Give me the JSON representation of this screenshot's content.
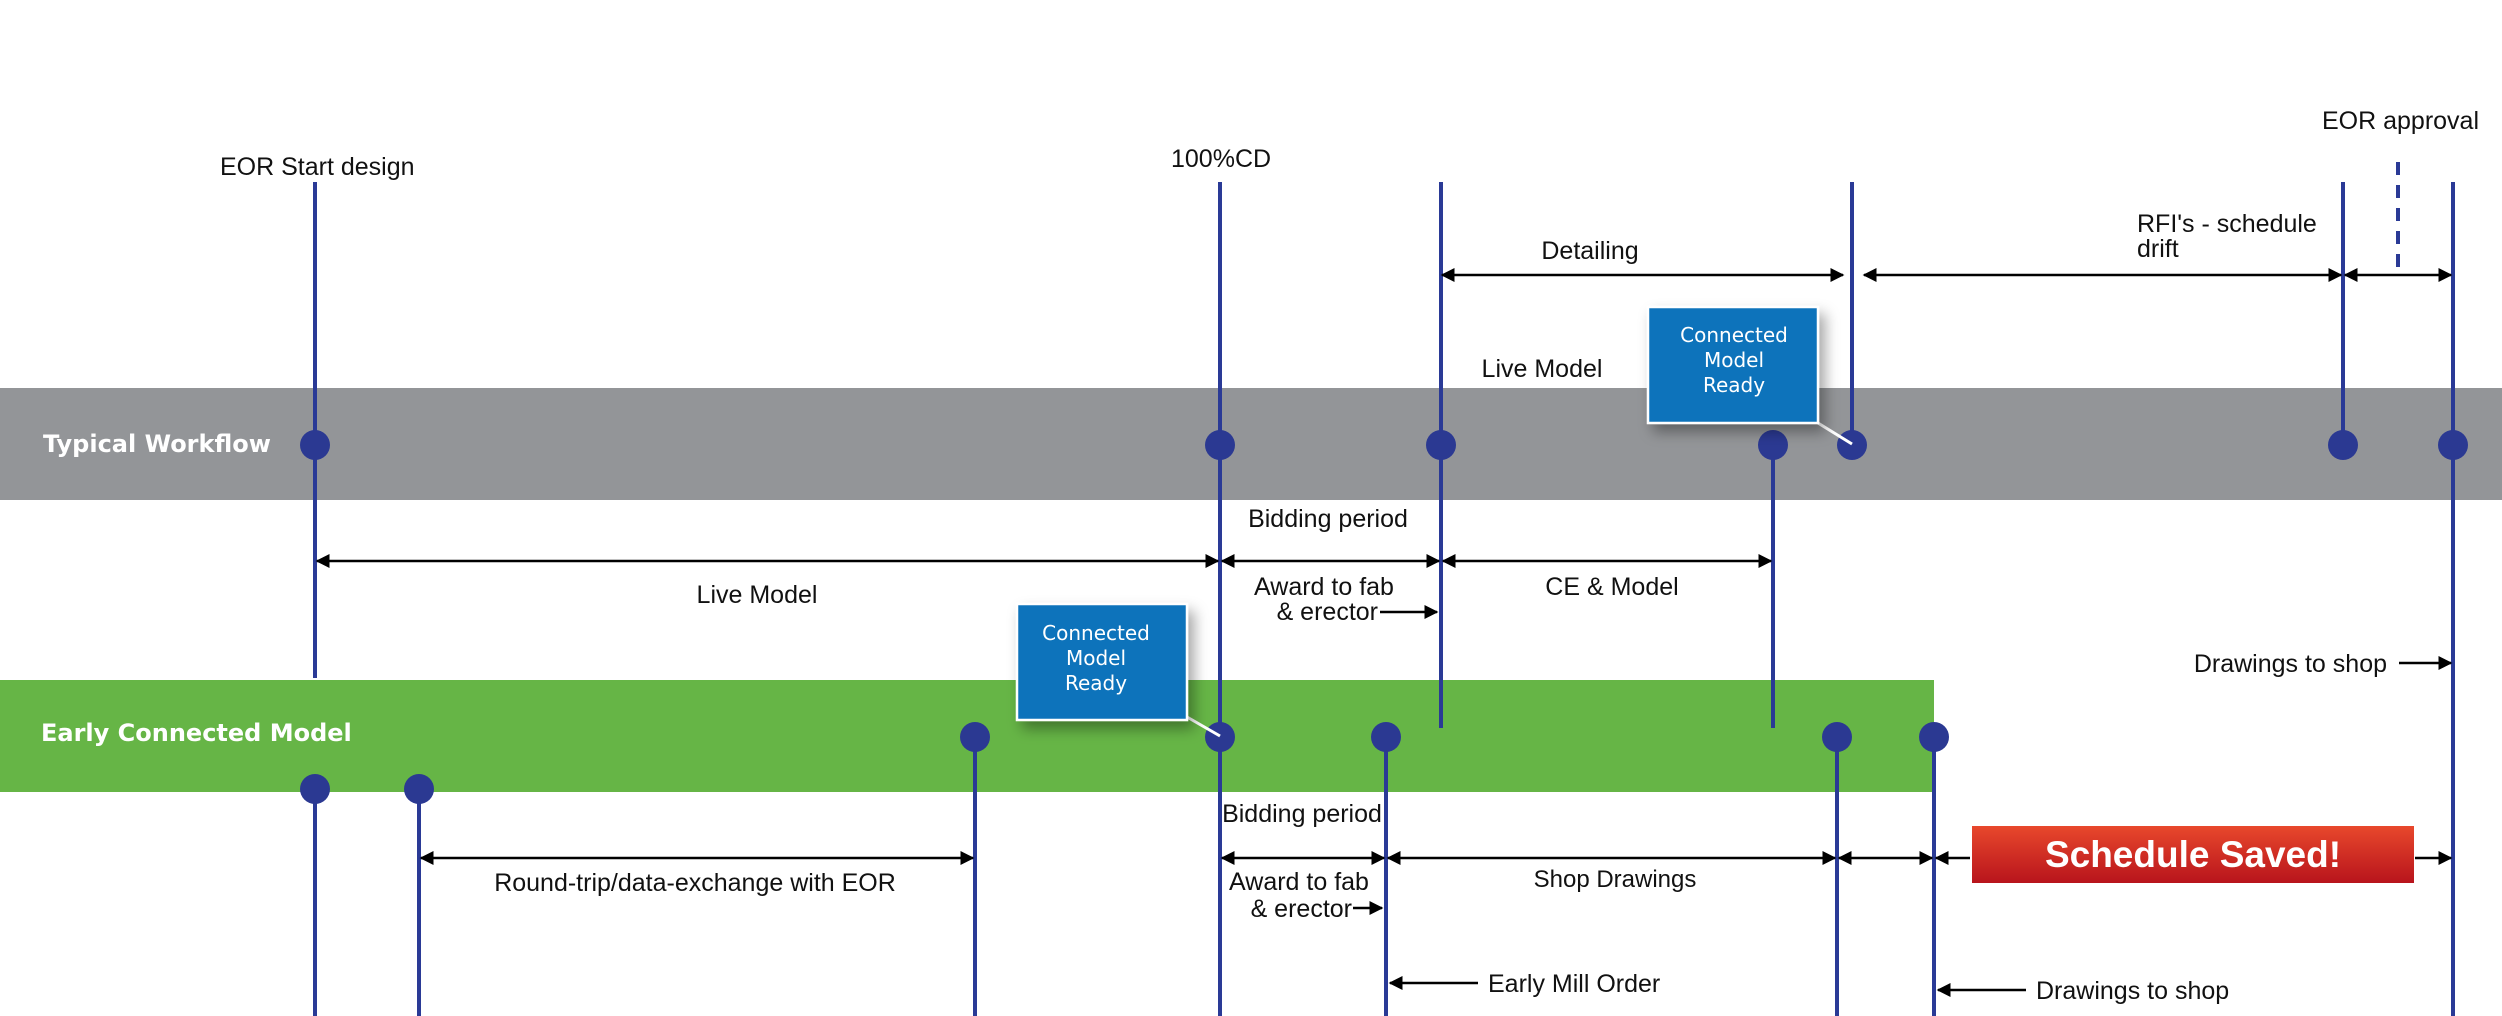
{
  "colors": {
    "timeline": "#2a3a96",
    "dot": "#2b3992",
    "typical_band": "#939598",
    "early_band": "#66b546",
    "callout": "#0f73bb",
    "saved_top": "#e8482c",
    "saved_bottom": "#b8141c",
    "arrow": "#000000"
  },
  "icons": [
    "milestone-dot-icon",
    "arrowhead-icon"
  ],
  "bands": {
    "typical": "Typical Workflow",
    "early": "Early Connected Model"
  },
  "milestones": {
    "eor_start": "EOR Start design",
    "cd100": "100%CD",
    "eor_approval": "EOR approval"
  },
  "top_spans": {
    "detailing": "Detailing",
    "rfi_line1": "RFI's - schedule",
    "rfi_line2": "drift",
    "live_model": "Live Model"
  },
  "typical_spans": {
    "live_model": "Live Model",
    "bidding_period": "Bidding period",
    "award_line1": "Award to fab",
    "award_line2": "& erector",
    "ce_model": "CE & Model",
    "drawings_to_shop": "Drawings to shop"
  },
  "early_spans": {
    "round_trip": "Round-trip/data-exchange with EOR",
    "bidding_period": "Bidding period",
    "award_line1": "Award to fab",
    "award_line2": "& erector",
    "shop_drawings": "Shop Drawings",
    "early_mill_order": "Early Mill Order",
    "drawings_to_shop": "Drawings to shop"
  },
  "callouts": {
    "typical": [
      "Connected",
      "Model",
      "Ready"
    ],
    "early": [
      "Connected",
      "Model",
      "Ready"
    ]
  },
  "banner": "Schedule Saved!"
}
